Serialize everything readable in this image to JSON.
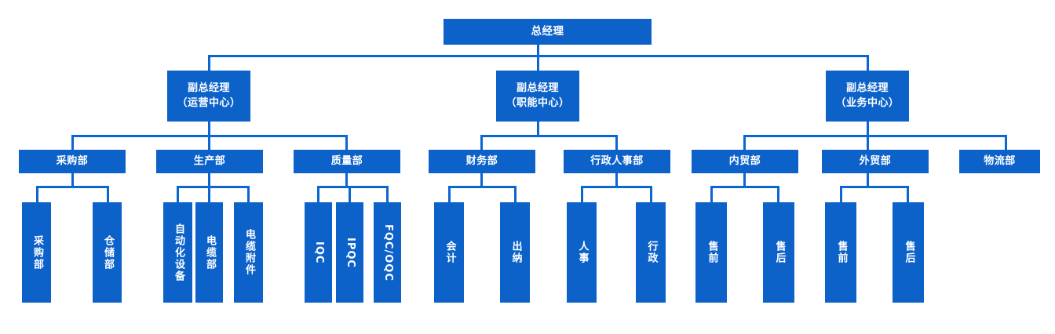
{
  "chart_data": {
    "type": "diagram",
    "diagram_type": "organization-chart",
    "title": "",
    "orientation": "top-down",
    "node_color": "#0d62c9",
    "connector_color": "#0a66d0",
    "text_color": "#ffffff",
    "background": "#ffffff",
    "levels": 4,
    "nodes": [
      {
        "id": "gm",
        "label": "总经理",
        "level": 1,
        "parent": null
      },
      {
        "id": "vp_ops",
        "label": "副总经理\n（运营中心）",
        "level": 2,
        "parent": "gm"
      },
      {
        "id": "vp_func",
        "label": "副总经理\n（职能中心）",
        "level": 2,
        "parent": "gm"
      },
      {
        "id": "vp_biz",
        "label": "副总经理\n（业务中心）",
        "level": 2,
        "parent": "gm"
      },
      {
        "id": "purchasing",
        "label": "采购部",
        "level": 3,
        "parent": "vp_ops"
      },
      {
        "id": "production",
        "label": "生产部",
        "level": 3,
        "parent": "vp_ops"
      },
      {
        "id": "quality",
        "label": "质量部",
        "level": 3,
        "parent": "vp_ops"
      },
      {
        "id": "finance",
        "label": "财务部",
        "level": 3,
        "parent": "vp_func"
      },
      {
        "id": "admin_hr",
        "label": "行政人事部",
        "level": 3,
        "parent": "vp_func"
      },
      {
        "id": "domestic",
        "label": "内贸部",
        "level": 3,
        "parent": "vp_biz"
      },
      {
        "id": "foreign",
        "label": "外贸部",
        "level": 3,
        "parent": "vp_biz"
      },
      {
        "id": "logistics",
        "label": "物流部",
        "level": 3,
        "parent": "vp_biz"
      },
      {
        "id": "purchasing_sub",
        "label": "采购部",
        "level": 4,
        "parent": "purchasing"
      },
      {
        "id": "warehouse",
        "label": "仓储部",
        "level": 4,
        "parent": "purchasing"
      },
      {
        "id": "automation",
        "label": "自动化设备",
        "level": 4,
        "parent": "production"
      },
      {
        "id": "cable",
        "label": "电缆部",
        "level": 4,
        "parent": "production"
      },
      {
        "id": "cable_acc",
        "label": "电缆附件",
        "level": 4,
        "parent": "production"
      },
      {
        "id": "iqc",
        "label": "IQC",
        "level": 4,
        "parent": "quality"
      },
      {
        "id": "ipqc",
        "label": "IPQC",
        "level": 4,
        "parent": "quality"
      },
      {
        "id": "fqc_oqc",
        "label": "FQC/OQC",
        "level": 4,
        "parent": "quality"
      },
      {
        "id": "accounting",
        "label": "会计",
        "level": 4,
        "parent": "finance"
      },
      {
        "id": "cashier",
        "label": "出纳",
        "level": 4,
        "parent": "finance"
      },
      {
        "id": "hr",
        "label": "人事",
        "level": 4,
        "parent": "admin_hr"
      },
      {
        "id": "admin",
        "label": "行政",
        "level": 4,
        "parent": "admin_hr"
      },
      {
        "id": "dom_presale",
        "label": "售前",
        "level": 4,
        "parent": "domestic"
      },
      {
        "id": "dom_aftersale",
        "label": "售后",
        "level": 4,
        "parent": "domestic"
      },
      {
        "id": "for_presale",
        "label": "售前",
        "level": 4,
        "parent": "foreign"
      },
      {
        "id": "for_aftersale",
        "label": "售后",
        "level": 4,
        "parent": "foreign"
      }
    ]
  },
  "org": {
    "level1": {
      "gm": "总经理"
    },
    "level2": {
      "vp_ops": "副总经理\n（运营中心）",
      "vp_func": "副总经理\n（职能中心）",
      "vp_biz": "副总经理\n（业务中心）"
    },
    "level3": {
      "purchasing": "采购部",
      "production": "生产部",
      "quality": "质量部",
      "finance": "财务部",
      "admin_hr": "行政人事部",
      "domestic": "内贸部",
      "foreign": "外贸部",
      "logistics": "物流部"
    },
    "level4": {
      "purchasing_sub": "采购部",
      "warehouse": "仓储部",
      "automation": "自动化设备",
      "cable": "电缆部",
      "cable_acc": "电缆附件",
      "iqc": "IQC",
      "ipqc": "IPQC",
      "fqc_oqc": "FQC/OQC",
      "accounting": "会计",
      "cashier": "出纳",
      "hr": "人事",
      "admin": "行政",
      "dom_presale": "售前",
      "dom_aftersale": "售后",
      "for_presale": "售前",
      "for_aftersale": "售后"
    }
  }
}
